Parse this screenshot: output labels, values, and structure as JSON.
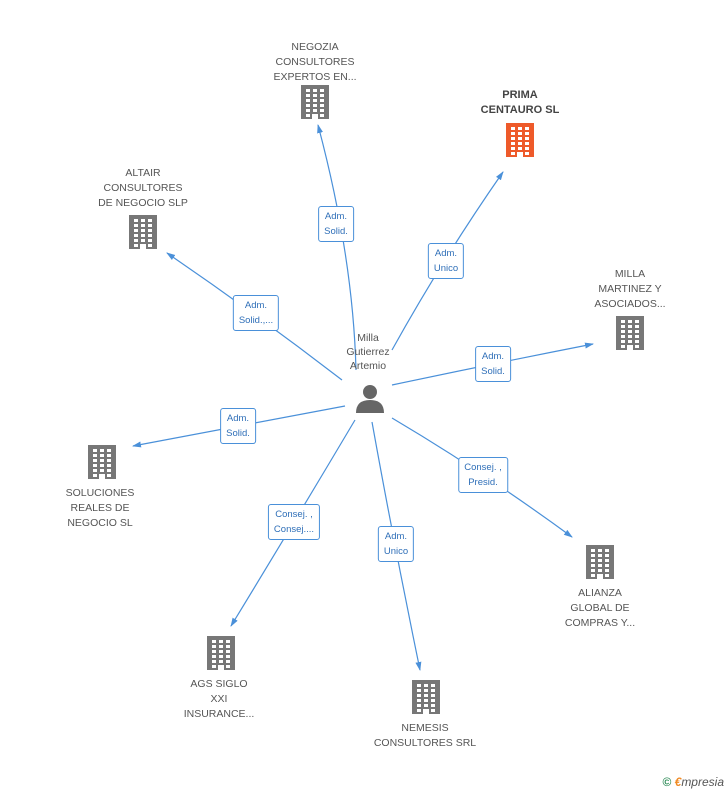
{
  "center": {
    "name": "Milla\nGutierrez\nArtemio",
    "icon": "person-icon"
  },
  "companies": [
    {
      "id": "negozia",
      "label": "NEGOZIA\nCONSULTORES\nEXPERTOS EN...",
      "color": "#777777",
      "icon": "building-icon"
    },
    {
      "id": "prima",
      "label": "PRIMA\nCENTAURO SL",
      "color": "#ee5a2a",
      "highlight": true,
      "icon": "building-icon"
    },
    {
      "id": "altair",
      "label": "ALTAIR\nCONSULTORES\nDE NEGOCIO SLP",
      "color": "#777777",
      "icon": "building-icon"
    },
    {
      "id": "milla",
      "label": "MILLA\nMARTINEZ Y\nASOCIADOS...",
      "color": "#777777",
      "icon": "building-icon"
    },
    {
      "id": "soluciones",
      "label": "SOLUCIONES\nREALES DE\nNEGOCIO SL",
      "color": "#777777",
      "icon": "building-icon"
    },
    {
      "id": "alianza",
      "label": "ALIANZA\nGLOBAL DE\nCOMPRAS Y...",
      "color": "#777777",
      "icon": "building-icon"
    },
    {
      "id": "ags",
      "label": "AGS SIGLO\nXXI\nINSURANCE...",
      "color": "#777777",
      "icon": "building-icon"
    },
    {
      "id": "nemesis",
      "label": "NEMESIS\nCONSULTORES SRL",
      "color": "#777777",
      "icon": "building-icon"
    }
  ],
  "relations": [
    {
      "to": "negozia",
      "label": "Adm.\nSolid."
    },
    {
      "to": "prima",
      "label": "Adm.\nUnico"
    },
    {
      "to": "altair",
      "label": "Adm.\nSolid.,..."
    },
    {
      "to": "milla",
      "label": "Adm.\nSolid."
    },
    {
      "to": "soluciones",
      "label": "Adm.\nSolid."
    },
    {
      "to": "alianza",
      "label": "Consej. ,\nPresid."
    },
    {
      "to": "ags",
      "label": "Consej. ,\nConsej...."
    },
    {
      "to": "nemesis",
      "label": "Adm.\nUnico"
    }
  ],
  "colors": {
    "edge": "#4a90d9",
    "building": "#777777",
    "highlight": "#ee5a2a",
    "person": "#666666"
  },
  "footer": {
    "copyright": "©",
    "brand_first": "€",
    "brand_rest": "mpresia"
  }
}
